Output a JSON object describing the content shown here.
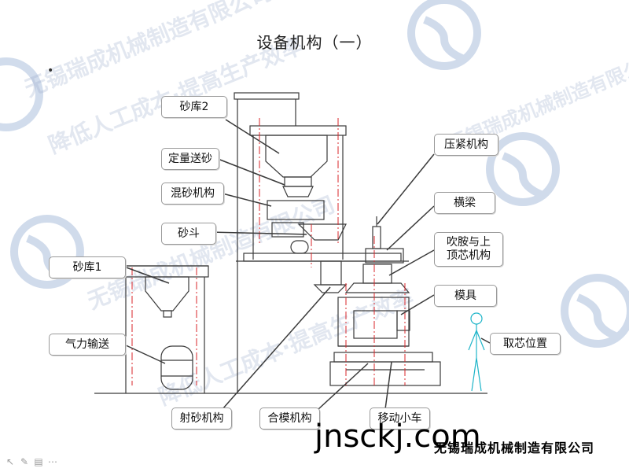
{
  "title": "设备机构（一）",
  "bullet": "•",
  "labels": {
    "sand_bin_2": "砂库2",
    "quantitative_sand": "定量送砂",
    "sand_mixing": "混砂机构",
    "sand_hopper": "砂斗",
    "sand_bin_1": "砂库1",
    "pneumatic_conveying": "气力输送",
    "shooting": "射砂机构",
    "mold_closing": "合模机构",
    "moving_cart": "移动小车",
    "pressing": "压紧机构",
    "cross_beam": "横梁",
    "blow_amine_line1": "吹胺与上",
    "blow_amine_line2": "顶芯机构",
    "mold": "模具",
    "core_position": "取芯位置"
  },
  "watermark_site": "jnsckj.com",
  "company": "无锡瑞成机械制造有限公司",
  "watermark_text": {
    "line1": "无锡瑞成机械制造有限公司",
    "line2": "降低人工成本·提高生产效率"
  },
  "colors": {
    "line": "#3a3a3a",
    "red_dash": "#d9262a",
    "figure": "#1fb5c9",
    "watermark_logo": "#2f5ea8"
  }
}
